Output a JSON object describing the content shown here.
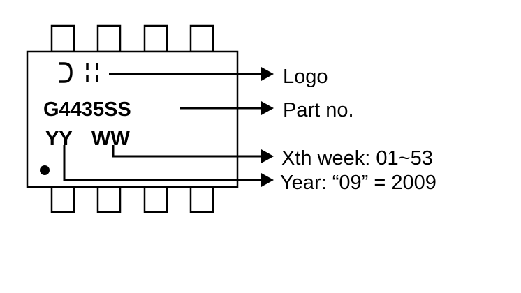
{
  "chip": {
    "part_number": "G4435SS",
    "year_code": "YY",
    "week_code": "WW",
    "logo_icon": "company-logo-icon"
  },
  "callouts": {
    "logo": "Logo",
    "part_no": "Part no.",
    "week": "Xth week: 01~53",
    "year": "Year: “09” = 2009"
  }
}
